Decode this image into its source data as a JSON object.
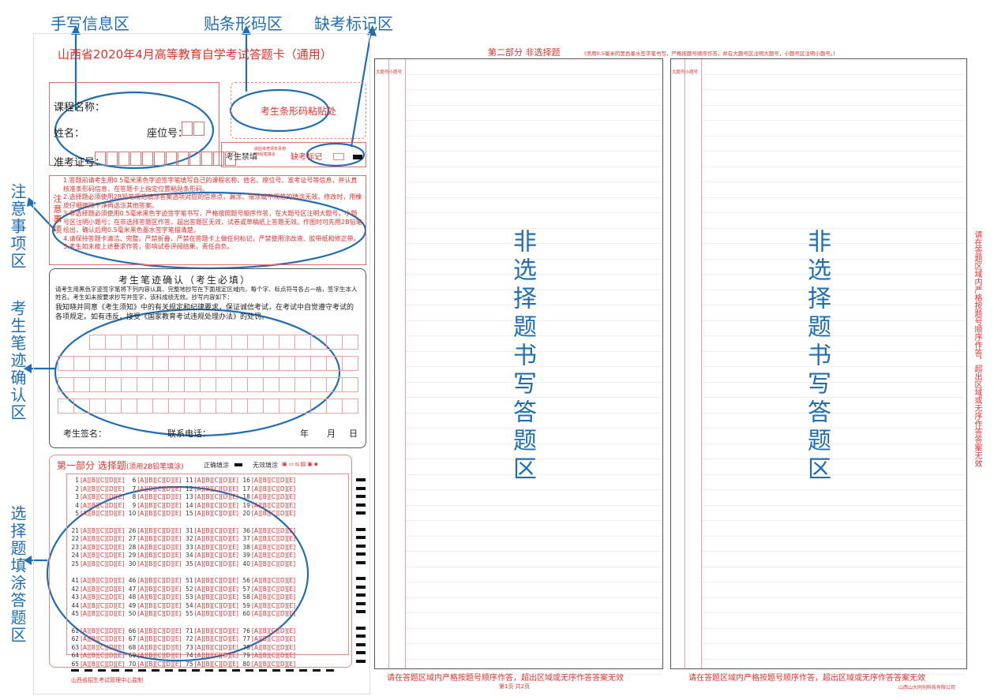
{
  "annotations": {
    "handwriting_area": "手写信息区",
    "barcode_area": "贴条形码区",
    "absent_area": "缺考标记区",
    "notes_area": "注意事项区",
    "handwriting_confirm_area": "考生笔迹确认区",
    "choice_area": "选择题填涂答题区",
    "non_choice_area": "非选择题书写答题区"
  },
  "sheet": {
    "title": "山西省2020年4月高等教育自学考试答题卡（通用）",
    "course_label": "课程名称：",
    "name_label": "姓名：",
    "seat_label": "座位号：",
    "exam_id_label": "准考证号：",
    "barcode_label": "考生条形码粘贴处",
    "forbidden_label": "考生禁填",
    "absent_note": "由监考老师负责用2B铅笔填涂",
    "absent_label": "缺考标记",
    "notes_title": "注意事项",
    "notes": [
      "1.答题前请考生用0.5毫米黑色字迹签字笔填写自己的课程名称、姓名、座位号、准考证号等信息，并认真核准条形码信息，在答题卡上指定位置粘贴条形码。",
      "2.选择题必须使用2B铅笔规范填涂答案选项对应的信息点，漏涂、错涂或不规范的填涂无效。修改时，用橡皮仔细擦除干净再选涂其他答案。",
      "3.非选择题必须使用0.5毫米黑色字迹签字笔书写，严格按照题号顺序作答，在大题号区注明大题号，小题号区注明小题号；在非选择答题区作答，超出答题区无效，试卷或草稿纸上答题无效。作图时可先用2B铅笔绘出，确认后用0.5毫米黑色墨水签字笔描清楚。",
      "4.请保持答题卡清洁、完整。严禁折叠，严禁在答题卡上做任何标记，严禁使用涂改液、胶带纸和修正带。",
      "5.考生如未按上述要求作答，影响试卷评阅结果，责任自负。"
    ],
    "confirm_title": "考生笔迹确认（考生必填）",
    "confirm_instruction": "请考生用黑色字迹签字笔将下列内容认真、完整地抄写在下面规定区域内，每个字、标点符号各占一格，签字生本人姓名。考生如未按要求抄写并签字，该科成绩无效。抄写内容如下：",
    "confirm_text": "我知晓并同意《考生须知》中的有关规定和纪律要求，保证诚信考试，在考试中自觉遵守考试的各项规定。如有违反，接受《国家教育考试违规处理办法》的处罚。",
    "sign_label": "考生签名：",
    "phone_label": "联系电话：",
    "year_label": "年",
    "month_label": "月",
    "day_label": "日",
    "part1_title": "第一部分 选择题",
    "part1_note": "(须用2B铅笔填涂)",
    "correct_fill": "正确填涂",
    "invalid_fill": "无效填涂",
    "options": [
      "A",
      "B",
      "C",
      "D",
      "E"
    ],
    "question_groups": [
      [
        1,
        2,
        3,
        4,
        5
      ],
      [
        21,
        22,
        23,
        24,
        25
      ],
      [
        41,
        42,
        43,
        44,
        45
      ],
      [
        61,
        62,
        63,
        64,
        65
      ]
    ],
    "footer_left": "山西省招生考试管理中心监制",
    "part2_title": "第二部分 非选择题",
    "part2_note": "(须用0.5毫米的黑色墨水签字笔书写，严格按题号顺序作答，并在大题号区注明大题号，小题号区注明小题号。)",
    "big_small_label": "大题号小题号",
    "big_label": "大题号",
    "small_label": "小题号",
    "footer_warning": "请在答题区域内严格按题号顺序作答，超出区域或无序作答答案无效",
    "page_label": "第1页  共2页",
    "side_warning": "请在答题区域内严格按题号顺序作答，超出区域或无序作答答案无效",
    "printer": "山西山大同创科技有限公司"
  }
}
